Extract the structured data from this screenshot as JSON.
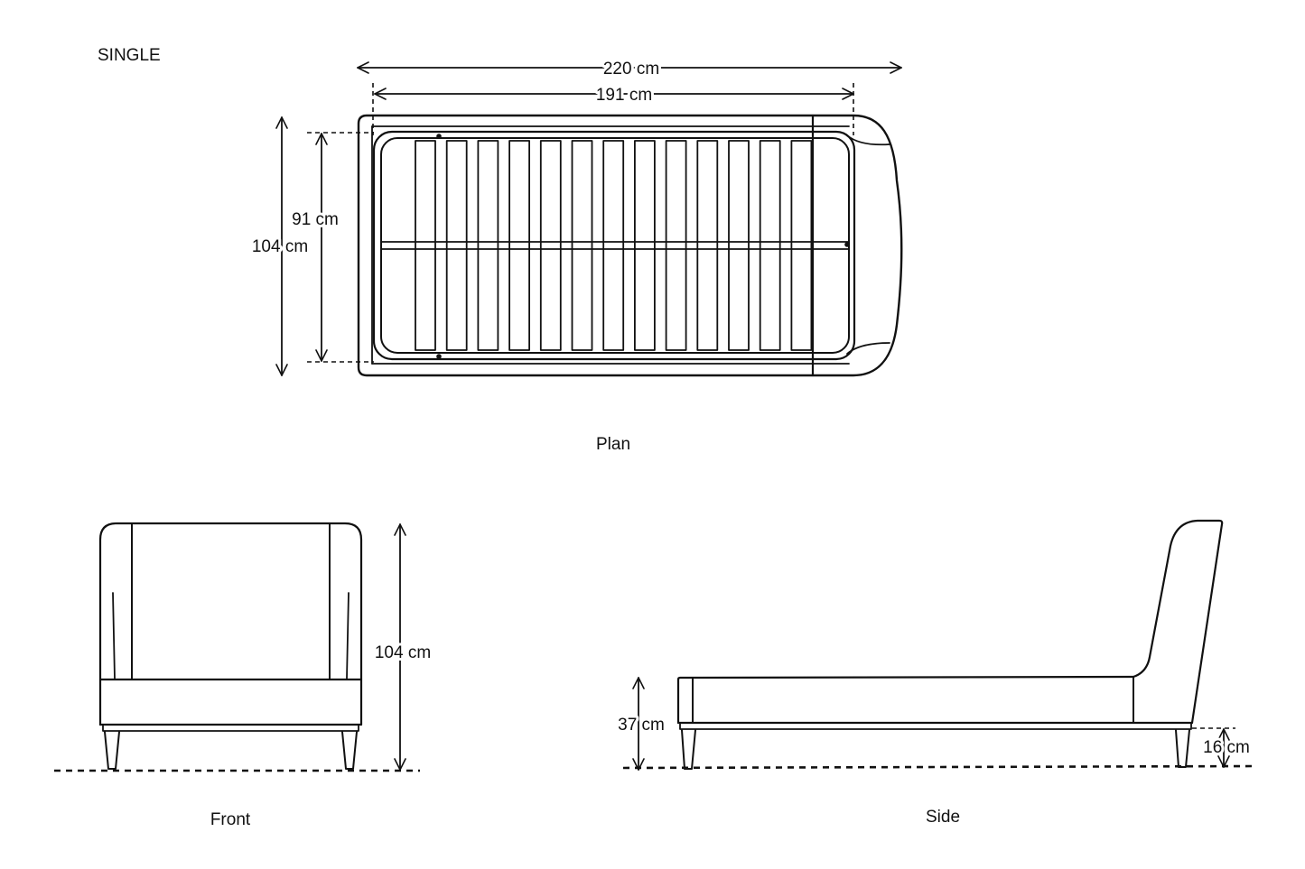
{
  "title": "SINGLE",
  "plan": {
    "caption": "Plan",
    "length_overall": "220 cm",
    "length_inner": "191 cm",
    "width_inner": "91 cm",
    "width_overall": "104 cm"
  },
  "front": {
    "caption": "Front",
    "height": "104 cm"
  },
  "side": {
    "caption": "Side",
    "rail_height": "37 cm",
    "leg_height": "16 cm"
  },
  "colors": {
    "line": "#111111",
    "background": "#ffffff"
  }
}
